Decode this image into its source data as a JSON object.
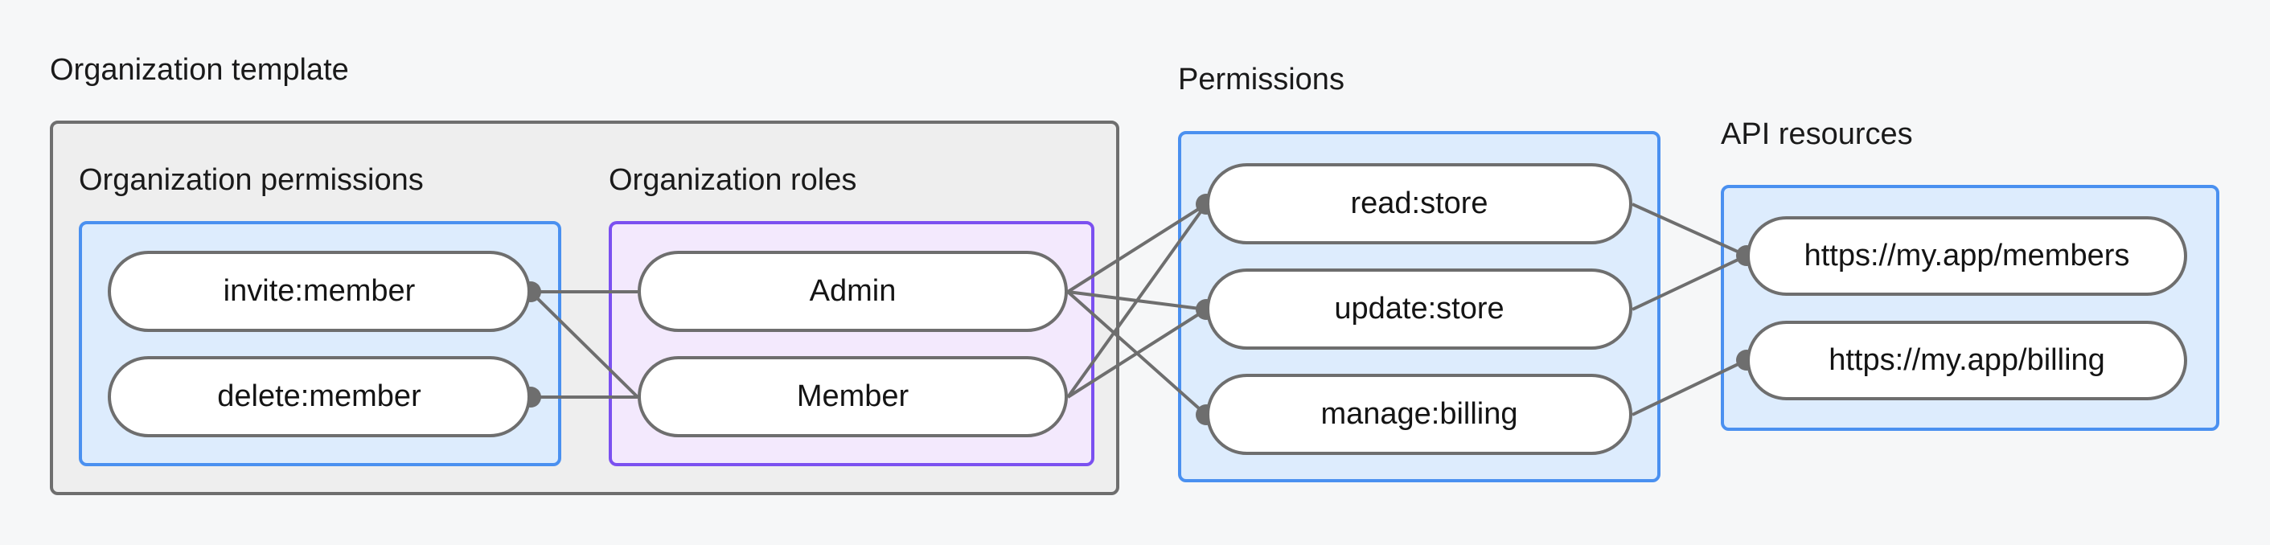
{
  "groups": {
    "org_template": {
      "title": "Organization template",
      "subgroups": {
        "org_permissions": {
          "title": "Organization permissions",
          "accent": "#4a90f0",
          "nodes": [
            {
              "id": "invite_member",
              "label": "invite:member"
            },
            {
              "id": "delete_member",
              "label": "delete:member"
            }
          ]
        },
        "org_roles": {
          "title": "Organization roles",
          "accent": "#7b50f0",
          "nodes": [
            {
              "id": "admin",
              "label": "Admin"
            },
            {
              "id": "member",
              "label": "Member"
            }
          ]
        }
      }
    },
    "permissions": {
      "title": "Permissions",
      "accent": "#4a90f0",
      "nodes": [
        {
          "id": "read_store",
          "label": "read:store"
        },
        {
          "id": "update_store",
          "label": "update:store"
        },
        {
          "id": "manage_billing",
          "label": "manage:billing"
        }
      ]
    },
    "api_resources": {
      "title": "API resources",
      "accent": "#4a90f0",
      "nodes": [
        {
          "id": "members_url",
          "label": "https://my.app/members"
        },
        {
          "id": "billing_url",
          "label": "https://my.app/billing"
        }
      ]
    }
  },
  "connections": [
    {
      "from": "invite_member",
      "to": "admin"
    },
    {
      "from": "invite_member",
      "to": "member"
    },
    {
      "from": "delete_member",
      "to": "member"
    },
    {
      "from": "admin",
      "to": "read_store"
    },
    {
      "from": "admin",
      "to": "update_store"
    },
    {
      "from": "admin",
      "to": "manage_billing"
    },
    {
      "from": "member",
      "to": "read_store"
    },
    {
      "from": "member",
      "to": "update_store"
    },
    {
      "from": "read_store",
      "to": "members_url"
    },
    {
      "from": "update_store",
      "to": "members_url"
    },
    {
      "from": "manage_billing",
      "to": "billing_url"
    }
  ],
  "colors": {
    "canvas_background": "#f6f7f8",
    "template_fill": "#eeeeee",
    "template_border": "#6e6e6e",
    "blue_fill": "#ddecfd",
    "blue_border": "#4a90f0",
    "purple_fill": "#f3e9fd",
    "purple_border": "#7b50f0",
    "node_fill": "#ffffff",
    "node_border": "#6e6e6e",
    "edge": "#6e6e6e",
    "text": "#141414"
  }
}
